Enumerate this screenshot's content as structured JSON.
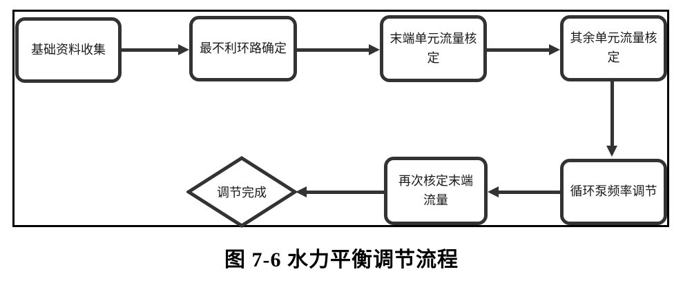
{
  "figure": {
    "caption": "图 7-6 水力平衡调节流程"
  },
  "flowchart": {
    "colors": {
      "node_border": "#333333",
      "arrow": "#333333",
      "frame_border": "#000000",
      "background": "#ffffff",
      "text": "#1a1a1a"
    },
    "nodes": [
      {
        "id": "basic-data-collection",
        "label": "基础资料收集",
        "shape": "rounded-rect"
      },
      {
        "id": "worst-loop-determination",
        "label": "最不利环路确定",
        "shape": "rounded-rect"
      },
      {
        "id": "terminal-unit-flow-check",
        "label": "末端单元流量核定",
        "shape": "rounded-rect"
      },
      {
        "id": "other-unit-flow-check",
        "label": "其余单元流量核定",
        "shape": "rounded-rect"
      },
      {
        "id": "pump-frequency-adjust",
        "label": "循环泵频率调节",
        "shape": "rounded-rect"
      },
      {
        "id": "recheck-terminal-flow",
        "label": "再次核定末端流量",
        "shape": "rounded-rect"
      },
      {
        "id": "adjustment-complete",
        "label": "调节完成",
        "shape": "diamond"
      }
    ],
    "edges": [
      {
        "from": "基础资料收集",
        "to": "最不利环路确定",
        "direction": "right"
      },
      {
        "from": "最不利环路确定",
        "to": "末端单元流量核定",
        "direction": "right"
      },
      {
        "from": "末端单元流量核定",
        "to": "其余单元流量核定",
        "direction": "right"
      },
      {
        "from": "其余单元流量核定",
        "to": "循环泵频率调节",
        "direction": "down"
      },
      {
        "from": "循环泵频率调节",
        "to": "再次核定末端流量",
        "direction": "left"
      },
      {
        "from": "再次核定末端流量",
        "to": "调节完成",
        "direction": "left"
      }
    ]
  }
}
